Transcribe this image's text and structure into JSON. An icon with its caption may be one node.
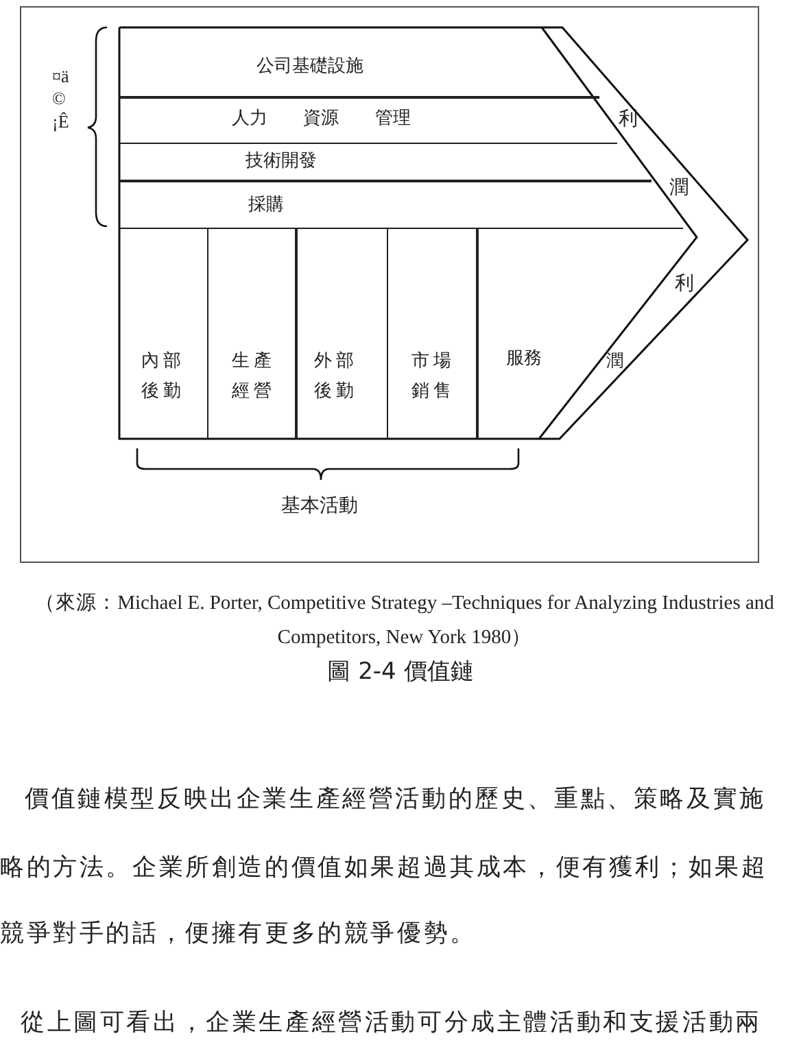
{
  "diagram": {
    "caption": "圖 2-4 價值鏈",
    "nodes": [
      {
        "text": [
          "公司基礎設施"
        ]
      },
      {
        "text": [
          "人力 資源 管理"
        ]
      },
      {
        "text": [
          "技術開發"
        ]
      },
      {
        "text": [
          "採購"
        ]
      },
      {
        "text": [
          "內部後勤"
        ]
      },
      {
        "text": [
          "生產經營"
        ]
      },
      {
        "text": [
          "外部後勤"
        ]
      },
      {
        "text": [
          "市場銷售"
        ]
      },
      {
        "text": [
          "服務"
        ]
      }
    ],
    "edges": [],
    "labels": [
      "¤ä©¡Ê",
      "利",
      "潤",
      "利",
      "潤",
      "基本活動",
      "（來源：Michael E. Porter, Competitive Strategy –Techniques for Analyzing Industries and Competitors, New York 1980）",
      "價值鏈模型反映出企業生產經營活動的歷史、重點、策略及實施",
      "略的方法。企業所創造的價值如果超過其成本，便有獲利；如果超",
      "競爭對手的話，便擁有更多的競爭優勢。",
      "從上圖可看出，企業生產經營活動可分成主體活動和支援活動兩"
    ]
  }
}
